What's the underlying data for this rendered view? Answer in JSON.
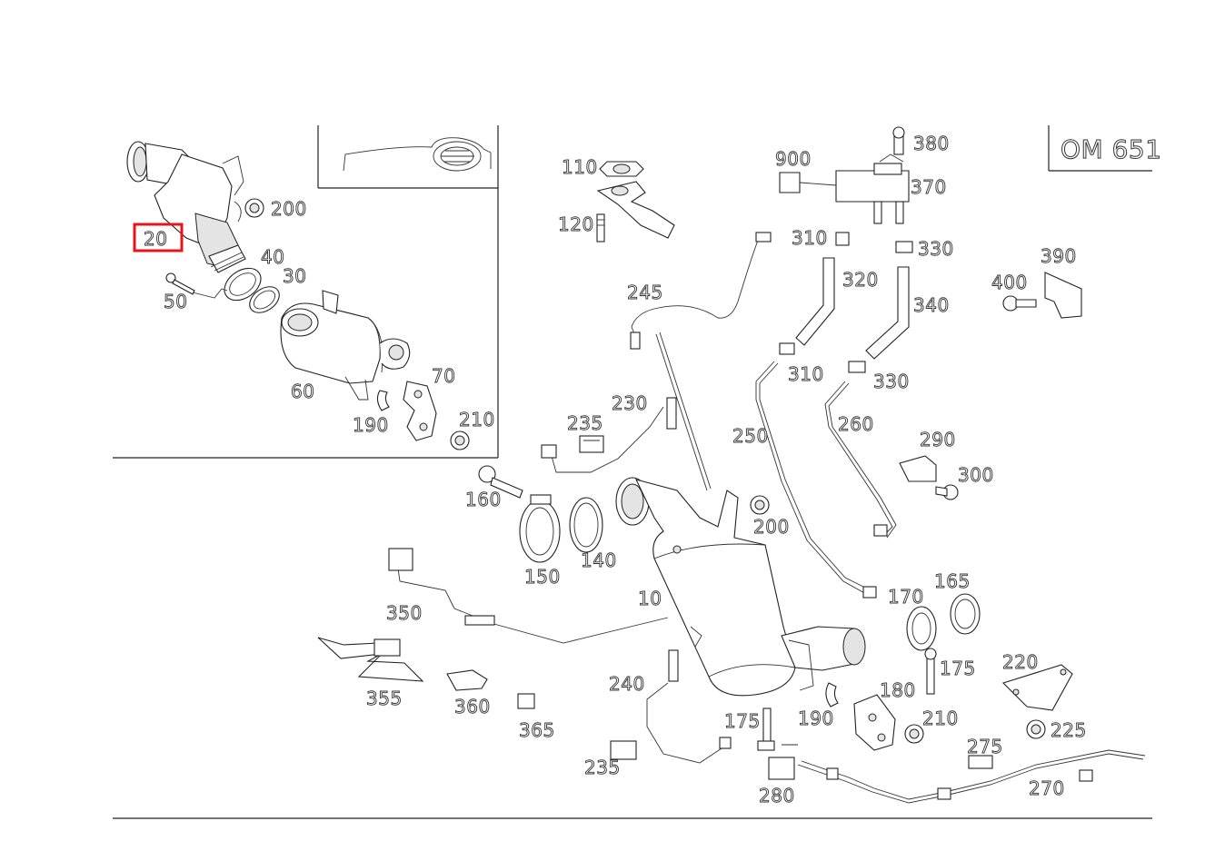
{
  "engine_code": "OM 651",
  "highlight": {
    "part": "20",
    "color": "#e8141a"
  },
  "labels": [
    {
      "id": "20",
      "text": "20"
    },
    {
      "id": "200a",
      "text": "200"
    },
    {
      "id": "40",
      "text": "40"
    },
    {
      "id": "30",
      "text": "30"
    },
    {
      "id": "50",
      "text": "50"
    },
    {
      "id": "60",
      "text": "60"
    },
    {
      "id": "70",
      "text": "70"
    },
    {
      "id": "190a",
      "text": "190"
    },
    {
      "id": "210a",
      "text": "210"
    },
    {
      "id": "110",
      "text": "110"
    },
    {
      "id": "120",
      "text": "120"
    },
    {
      "id": "245",
      "text": "245"
    },
    {
      "id": "230",
      "text": "230"
    },
    {
      "id": "235a",
      "text": "235"
    },
    {
      "id": "160",
      "text": "160"
    },
    {
      "id": "150",
      "text": "150"
    },
    {
      "id": "140",
      "text": "140"
    },
    {
      "id": "200b",
      "text": "200"
    },
    {
      "id": "10",
      "text": "10"
    },
    {
      "id": "350",
      "text": "350"
    },
    {
      "id": "355",
      "text": "355"
    },
    {
      "id": "360",
      "text": "360"
    },
    {
      "id": "365",
      "text": "365"
    },
    {
      "id": "240",
      "text": "240"
    },
    {
      "id": "235b",
      "text": "235"
    },
    {
      "id": "175a",
      "text": "175"
    },
    {
      "id": "280",
      "text": "280"
    },
    {
      "id": "190b",
      "text": "190"
    },
    {
      "id": "180",
      "text": "180"
    },
    {
      "id": "210b",
      "text": "210"
    },
    {
      "id": "175b",
      "text": "175"
    },
    {
      "id": "170",
      "text": "170"
    },
    {
      "id": "165",
      "text": "165"
    },
    {
      "id": "220",
      "text": "220"
    },
    {
      "id": "225",
      "text": "225"
    },
    {
      "id": "275",
      "text": "275"
    },
    {
      "id": "270",
      "text": "270"
    },
    {
      "id": "250",
      "text": "250"
    },
    {
      "id": "260",
      "text": "260"
    },
    {
      "id": "290",
      "text": "290"
    },
    {
      "id": "300",
      "text": "300"
    },
    {
      "id": "900",
      "text": "900"
    },
    {
      "id": "380",
      "text": "380"
    },
    {
      "id": "370",
      "text": "370"
    },
    {
      "id": "310a",
      "text": "310"
    },
    {
      "id": "330a",
      "text": "330"
    },
    {
      "id": "320",
      "text": "320"
    },
    {
      "id": "340",
      "text": "340"
    },
    {
      "id": "310b",
      "text": "310"
    },
    {
      "id": "330b",
      "text": "330"
    },
    {
      "id": "390",
      "text": "390"
    },
    {
      "id": "400",
      "text": "400"
    }
  ]
}
